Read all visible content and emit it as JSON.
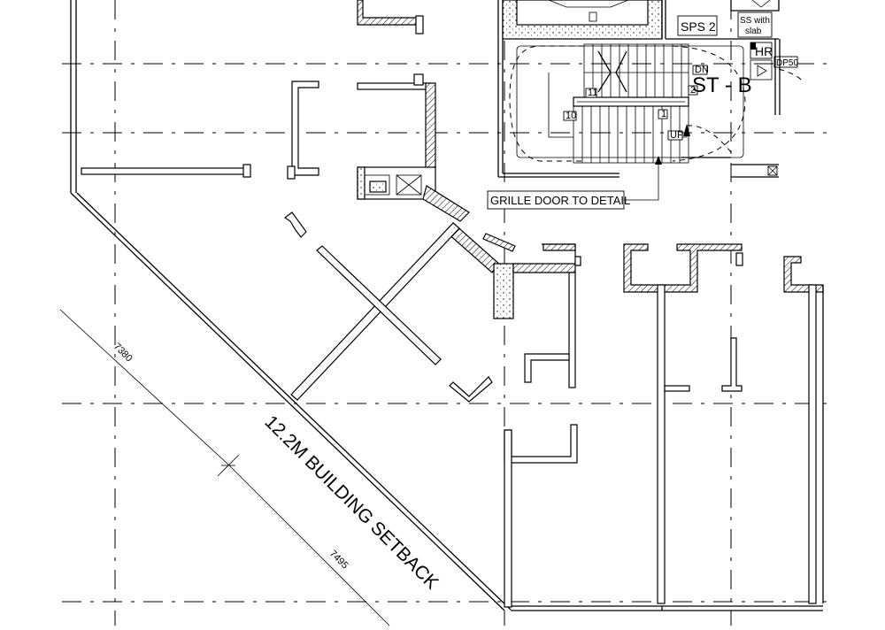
{
  "labels": {
    "stair": "ST - B",
    "setback": "12.2M BUILDING SETBACK",
    "grille_note": "GRILLE DOOR TO DETAIL",
    "sps": "SPS 2",
    "ss_line1": "SS with",
    "ss_line2": "slab",
    "hr": "HR",
    "dp": "DP50",
    "dn": "DN",
    "up": "UP",
    "dim_upper": "7380",
    "dim_lower": "7495",
    "step_11": "11",
    "step_10": "10",
    "step_1": "1",
    "step_2": "2"
  }
}
